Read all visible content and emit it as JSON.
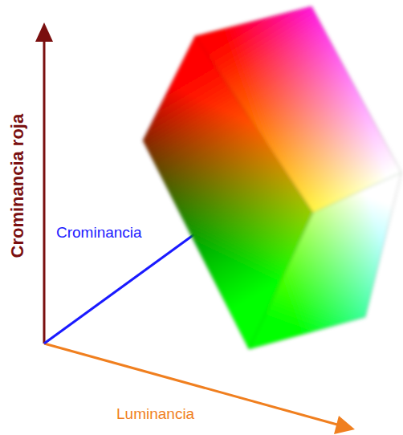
{
  "diagram": {
    "labels": [
      "Crominancia roja",
      "Crominancia",
      "Luminancia"
    ]
  }
}
